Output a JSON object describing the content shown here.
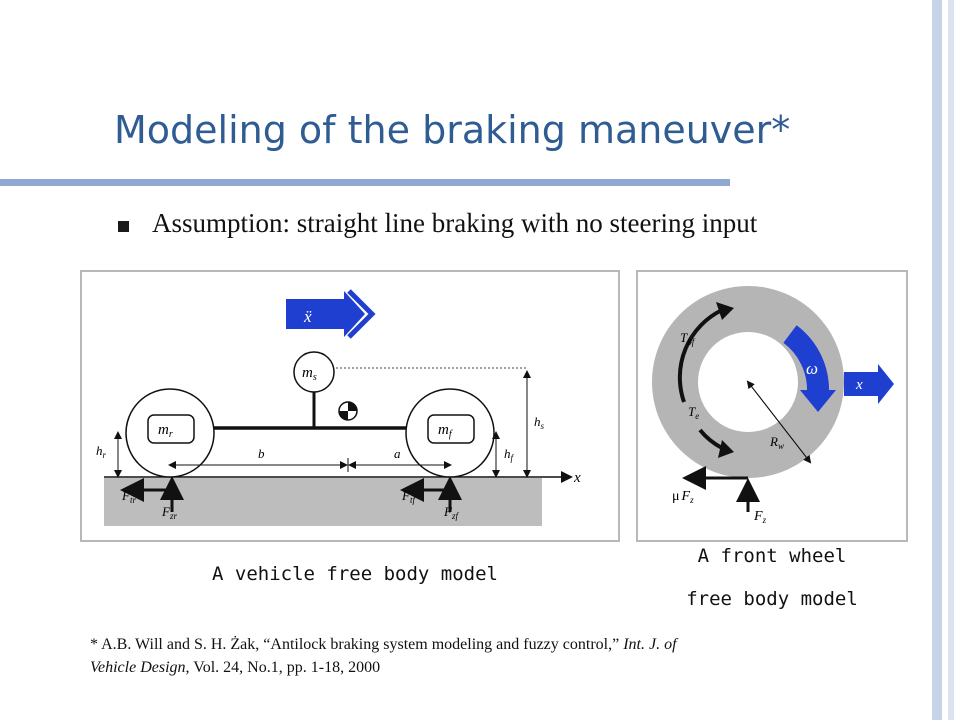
{
  "slide": {
    "title": "Modeling of the braking maneuver*",
    "bullet": "Assumption: straight line braking with no steering input"
  },
  "vehicle_figure": {
    "caption": "A vehicle free body model",
    "acceleration_label": "ẍ",
    "sprung_mass": "m",
    "sprung_mass_sub": "s",
    "rear_mass": "m",
    "rear_mass_sub": "r",
    "front_mass": "m",
    "front_mass_sub": "f",
    "b_label": "b",
    "a_label": "a",
    "hr": "h",
    "hr_sub": "r",
    "hf": "h",
    "hf_sub": "f",
    "hs": "h",
    "hs_sub": "s",
    "x_axis": "x",
    "ftr": "F",
    "ftr_sub": "tr",
    "fzr": "F",
    "fzr_sub": "zr",
    "ftf": "F",
    "ftf_sub": "tf",
    "fzf": "F",
    "fzf_sub": "zf"
  },
  "wheel_figure": {
    "caption_line1": "A front wheel",
    "caption_line2": "free body model",
    "tbf": "T",
    "tbf_sub": "bf",
    "te": "T",
    "te_sub": "e",
    "omega": "ω",
    "x_label": "x",
    "rw": "R",
    "rw_sub": "w",
    "mu_fz_mu": "μ",
    "mu_fz_f": "F",
    "mu_fz_sub": "z",
    "fz": "F",
    "fz_sub": "z"
  },
  "footnote": {
    "line1_plain": "* A.B. Will and S. H. Żak, “Antilock braking system modeling  and fuzzy control,”",
    "line1_italic": " Int. J. of",
    "line2_italic": "Vehicle Design",
    "line2_plain": ", Vol. 24, No.1, pp. 1-18, 2000"
  },
  "colors": {
    "title": "#2f5d93",
    "rule": "#8fa9d0",
    "arrow_blue": "#1f3fd1",
    "ground": "#bdbdbd",
    "wheel_gray": "#b5b5b5"
  }
}
